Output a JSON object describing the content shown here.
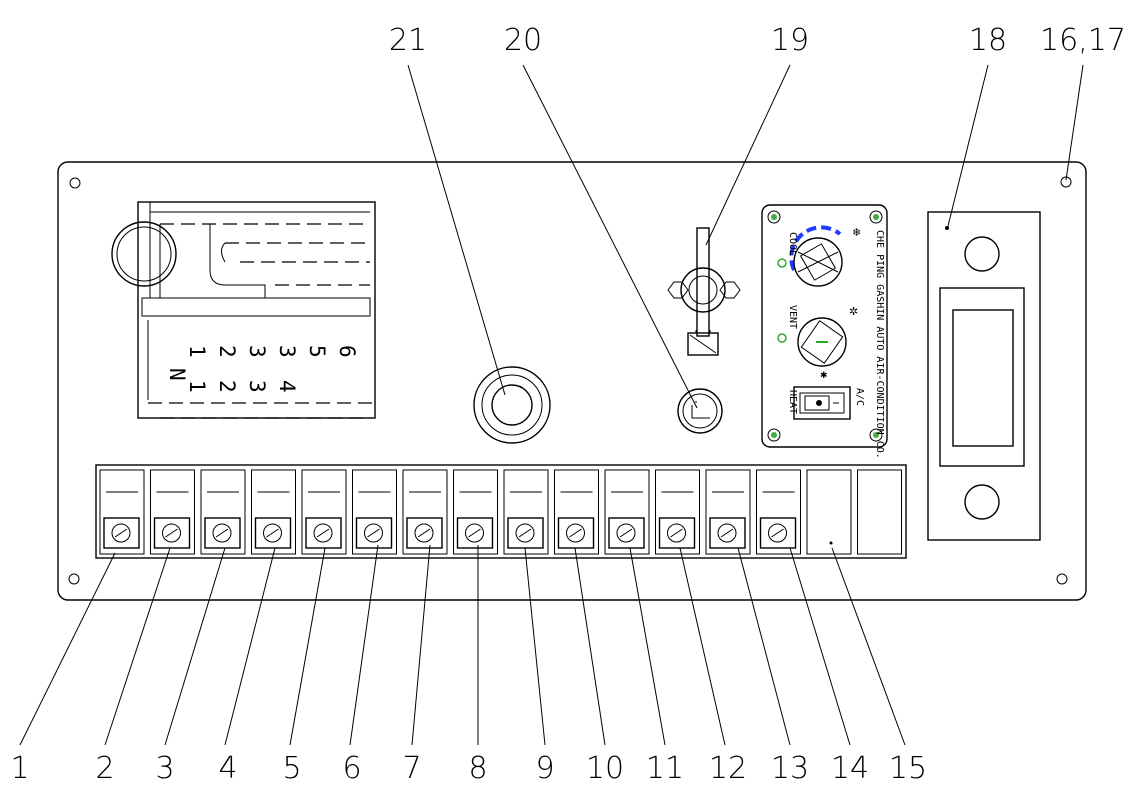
{
  "callouts": {
    "top": [
      "21",
      "20",
      "19",
      "18",
      "16,17"
    ],
    "bottom": [
      "1",
      "2",
      "3",
      "4",
      "5",
      "6",
      "7",
      "8",
      "9",
      "10",
      "11",
      "12",
      "13",
      "14",
      "15"
    ]
  },
  "shift_gate": {
    "col1": [
      "N"
    ],
    "col2": [
      "1",
      "1"
    ],
    "col3": [
      "2",
      "2"
    ],
    "col4": [
      "3",
      "3",
      "3"
    ],
    "col5": [
      "4",
      "5"
    ],
    "col6": [
      "6"
    ]
  },
  "ac_panel": {
    "cool_label": "COOL",
    "vent_label": "VENT",
    "heat_label": "HEAT",
    "ac_label": "A/C",
    "maker_text": "CHE PING GASHIN AUTO AIR-CONDITION CO."
  },
  "colors": {
    "cool_arc": "#1e3cff",
    "vent_mark": "#22aa22",
    "led": "#33aa33"
  }
}
